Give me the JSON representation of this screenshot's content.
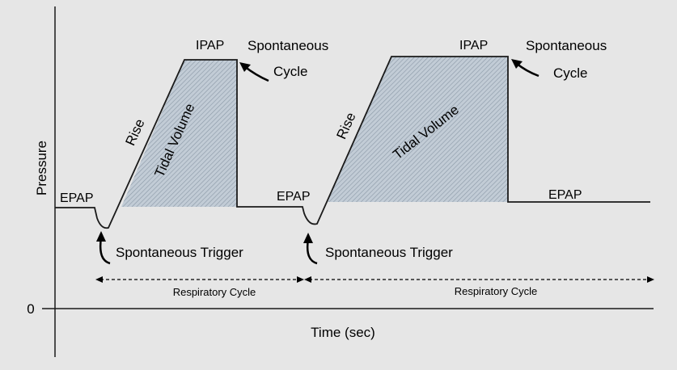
{
  "axes": {
    "y_label": "Pressure",
    "x_label": "Time (sec)",
    "origin_label": "0"
  },
  "labels": {
    "epap": "EPAP",
    "ipap": "IPAP",
    "rise": "Rise",
    "tidal_volume": "Tidal Volume",
    "spontaneous": "Spontaneous",
    "cycle": "Cycle",
    "spontaneous_trigger": "Spontaneous Trigger",
    "respiratory_cycle": "Respiratory Cycle"
  },
  "colors": {
    "background": "#e6e6e6",
    "line": "#1a1a1a",
    "fill": "#c2ccd6",
    "hatch": "#8a98a6"
  }
}
